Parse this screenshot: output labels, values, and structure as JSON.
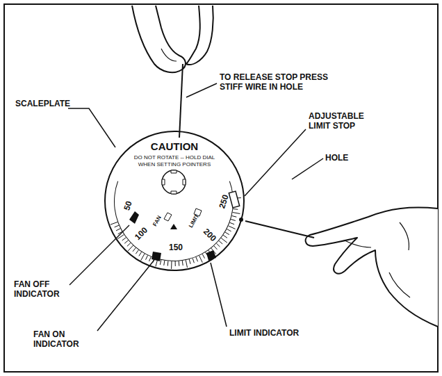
{
  "diagram": {
    "nodes": [
      {
        "text": [
          "CAUTION",
          "DO NOT ROTATE -- HOLD DIAL WHEN SETTING POINTERS"
        ]
      }
    ],
    "labels": [
      "TO RELEASE STOP PRESS STIFF WIRE IN HOLE",
      "SCALEPLATE",
      "ADJUSTABLE LIMIT STOP",
      "HOLE",
      "FAN OFF INDICATOR",
      "FAN ON INDICATOR",
      "LIMIT INDICATOR",
      "50",
      "100",
      "150",
      "200",
      "250",
      "FAN",
      "LIMIT"
    ]
  }
}
